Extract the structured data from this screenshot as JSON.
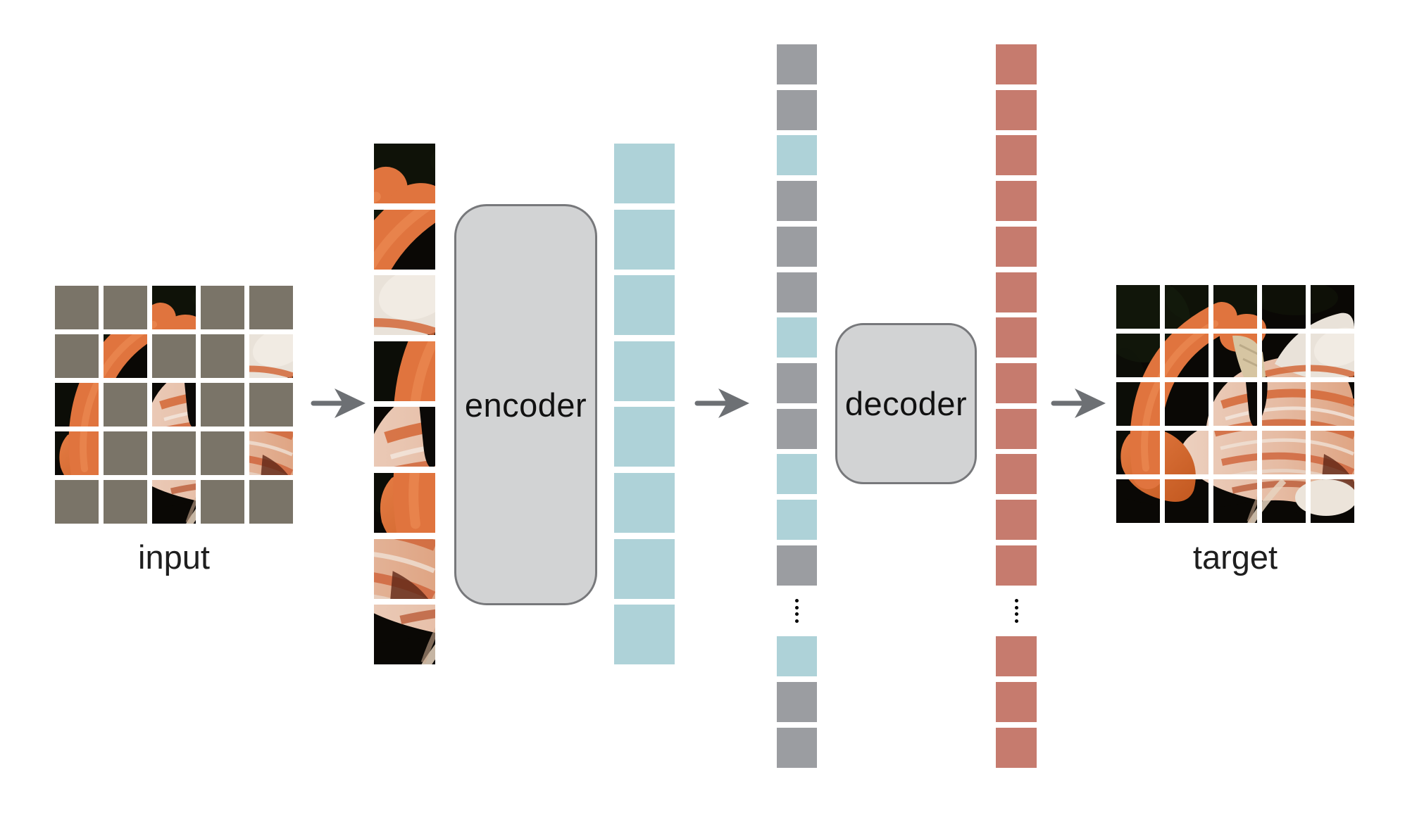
{
  "labels": {
    "input": "input",
    "target": "target",
    "encoder": "encoder",
    "decoder": "decoder"
  },
  "colors": {
    "background": "#ffffff",
    "masked_patch": "#7a7468",
    "encoded_token_blue": "#aed2d8",
    "mask_token_gray": "#9b9da1",
    "decoded_token_red": "#c67b6e",
    "box_fill": "#d2d3d4",
    "box_border": "#77787b",
    "arrow": "#6d7074",
    "label_text": "#1e1e1e",
    "ellipsis_dot": "#000000"
  },
  "input_grid": {
    "rows": 5,
    "cols": 5,
    "masked_count": 17,
    "visible_cells": [
      [
        0,
        2
      ],
      [
        1,
        1
      ],
      [
        1,
        4
      ],
      [
        2,
        0
      ],
      [
        2,
        2
      ],
      [
        3,
        0
      ],
      [
        3,
        4
      ],
      [
        4,
        2
      ]
    ]
  },
  "visible_patches_column": {
    "count": 8,
    "cells": [
      [
        0,
        2
      ],
      [
        1,
        1
      ],
      [
        1,
        4
      ],
      [
        2,
        0
      ],
      [
        2,
        2
      ],
      [
        3,
        0
      ],
      [
        3,
        4
      ],
      [
        4,
        2
      ]
    ]
  },
  "encoder_output_column": {
    "count": 8,
    "token": "blue"
  },
  "latent_column": {
    "sequence": [
      "gray",
      "gray",
      "blue",
      "gray",
      "gray",
      "gray",
      "blue",
      "gray",
      "gray",
      "blue",
      "blue",
      "gray",
      "ellipsis",
      "blue",
      "gray",
      "gray"
    ]
  },
  "decoder_output_column": {
    "sequence": [
      "red",
      "red",
      "red",
      "red",
      "red",
      "red",
      "red",
      "red",
      "red",
      "red",
      "red",
      "red",
      "ellipsis",
      "red",
      "red",
      "red"
    ]
  },
  "target_grid": {
    "rows": 5,
    "cols": 5
  },
  "arrows": {
    "count": 3
  }
}
